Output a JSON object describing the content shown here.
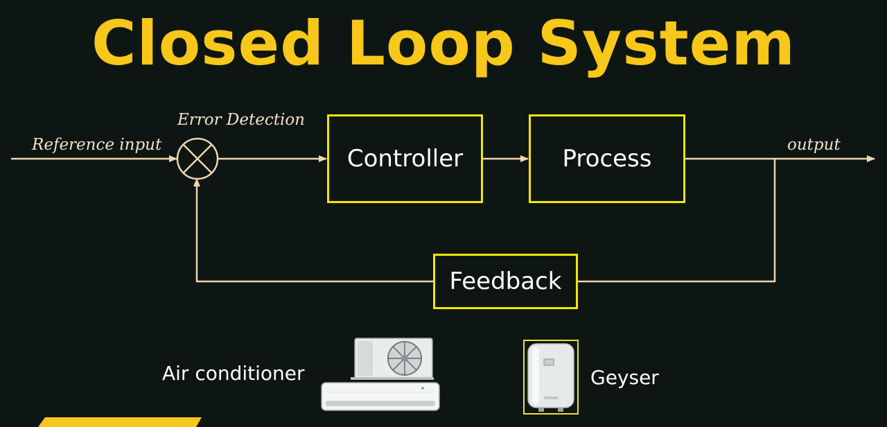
{
  "title": "Closed Loop System",
  "diagram": {
    "reference_input": "Reference input",
    "error_detection": "Error Detection",
    "controller": "Controller",
    "process": "Process",
    "output": "output",
    "feedback": "Feedback"
  },
  "examples": {
    "air_conditioner": "Air conditioner",
    "geyser": "Geyser"
  },
  "colors": {
    "background": "#0e1614",
    "title": "#f7c71a",
    "box_border": "#f4e600",
    "lines": "#f1d6ae"
  }
}
